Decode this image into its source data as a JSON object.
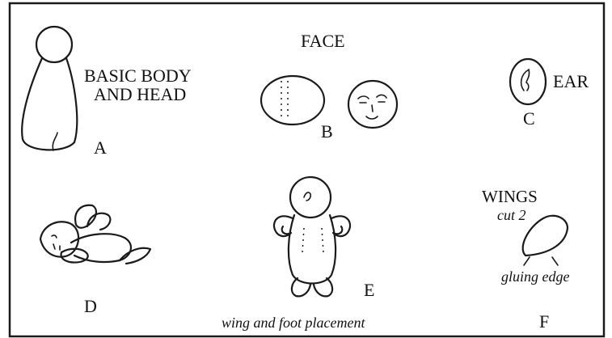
{
  "panels": {
    "a": {
      "letter": "A",
      "caption_line1": "BASIC BODY",
      "caption_line2": "AND HEAD"
    },
    "b": {
      "letter": "B",
      "caption": "FACE"
    },
    "c": {
      "letter": "C",
      "caption": "EAR"
    },
    "d": {
      "letter": "D"
    },
    "e": {
      "letter": "E",
      "caption": "wing and foot placement"
    },
    "f": {
      "letter": "F",
      "caption_line1": "WINGS",
      "caption_line2": "cut 2",
      "note": "gluing edge"
    }
  },
  "colors": {
    "ink": "#1a1a1a",
    "paper": "#ffffff"
  }
}
